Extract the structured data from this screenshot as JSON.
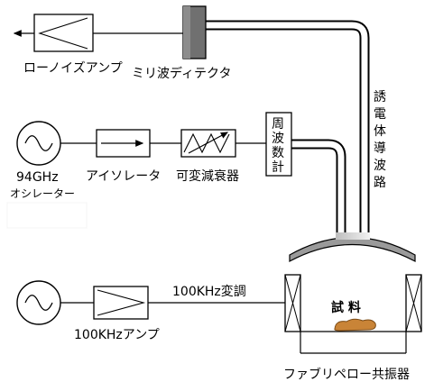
{
  "labels": {
    "low_noise_amp": "ローノイズアンプ",
    "mm_detector": "ミリ波ディテクタ",
    "dielectric_waveguide": [
      "誘",
      "電",
      "体",
      "導",
      "波",
      "路"
    ],
    "oscillator_freq": "94GHz",
    "oscillator_name": "オシレーター",
    "isolator": "アイソレータ",
    "attenuator": "可変減衰器",
    "freq_counter": [
      "周",
      "波",
      "数",
      "計"
    ],
    "mod_100k": "100KHz変調",
    "amp_100k": "100KHzアンプ",
    "sample": "試 料",
    "resonator": "ファブリペロー共振器"
  }
}
